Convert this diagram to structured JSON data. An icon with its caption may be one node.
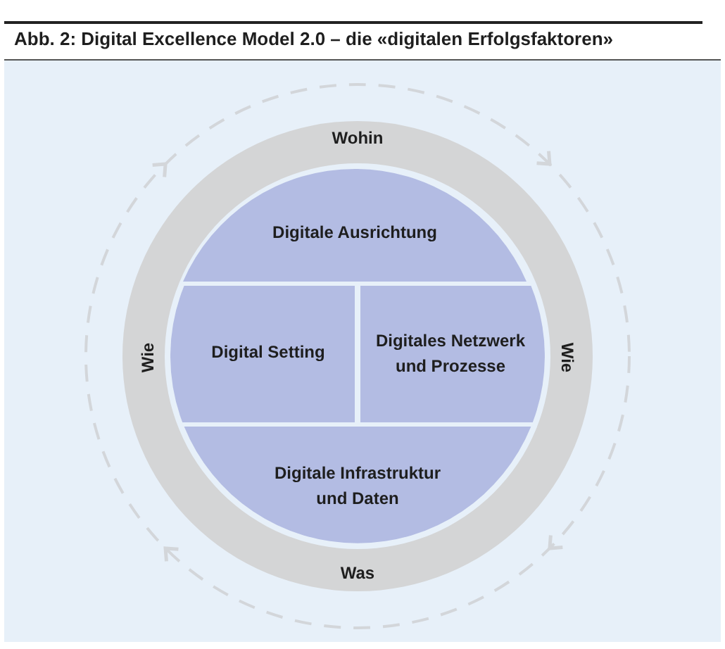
{
  "diagram": {
    "title": "Abb. 2: Digital Excellence Model 2.0 – die «digitalen Erfolgsfaktoren»",
    "nodes": [
      {
        "text": [
          "Wohin",
          "Wie",
          "Wie",
          "Was"
        ]
      },
      {
        "text": [
          "Digitale Ausrichtung"
        ],
        "in": 0
      },
      {
        "text": [
          "Digital Setting"
        ],
        "in": 0
      },
      {
        "text": [
          "Digitales Netzwerk und Prozesse"
        ],
        "in": 0
      },
      {
        "text": [
          "Digitale Infrastruktur und Daten"
        ],
        "in": 0
      }
    ]
  }
}
